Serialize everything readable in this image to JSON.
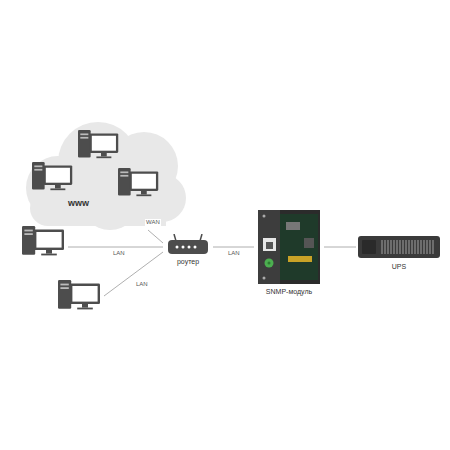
{
  "diagram": {
    "nodes": [
      {
        "text": [
          "www"
        ]
      },
      {
        "text": [
          "роутер"
        ]
      },
      {
        "text": [
          "SNMP-модуль"
        ]
      },
      {
        "text": [
          "UPS"
        ]
      }
    ],
    "edges": [
      {
        "from": 0,
        "to": 1,
        "label": "WAN",
        "arrow": "none"
      },
      {
        "from": 1,
        "to": 2,
        "label": "LAN",
        "arrow": "none"
      },
      {
        "from": 2,
        "to": 3,
        "arrow": "none"
      }
    ],
    "labels": [
      "LAN",
      "LAN"
    ]
  }
}
